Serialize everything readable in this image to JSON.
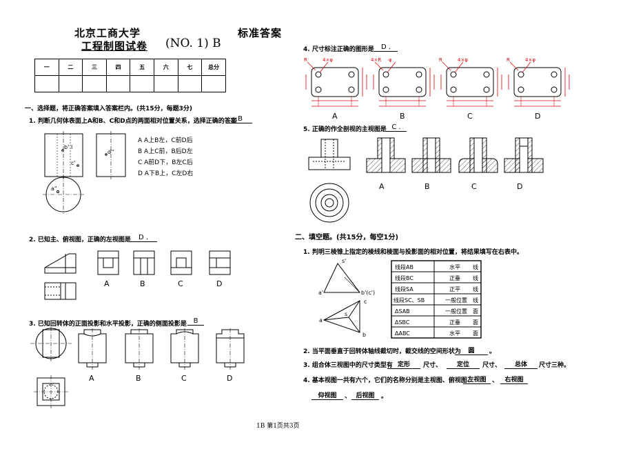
{
  "header": {
    "school": "北京工商大学",
    "answer_key": "标准答案",
    "exam_title": "工程制图试卷",
    "exam_code": "(NO. 1) B"
  },
  "score_table": {
    "columns": [
      "一",
      "二",
      "三",
      "四",
      "五",
      "六",
      "七",
      "总分"
    ]
  },
  "section1": {
    "heading": "一、选择题，将正确答案填入答案栏内。(共15分，每题3分)",
    "q1": {
      "text": "1. 判断几何体表面上A和B、C和D点的两面相对位置关系，选择正确的答案",
      "answer": ".B",
      "options": [
        "A  A上B左，C前D后",
        "B  A上C前，B后D左",
        "C  A前D下，B左C后",
        "D  A下B上，C左D右"
      ],
      "labels": {
        "b": "b'",
        "l": "l",
        "c": "c'",
        "d": "d''",
        "a": "a\""
      }
    },
    "q2": {
      "text": "2. 已知主、俯视图，正确的左视图是",
      "answer": "D .",
      "choices": [
        "A",
        "B",
        "C",
        "D"
      ]
    },
    "q3": {
      "text": "3. 已知回转体的正面投影和水平投影，正确的侧面投影是",
      "answer": "B",
      "choices": [
        "A",
        "B",
        "C",
        "D"
      ]
    },
    "q4": {
      "text": "4. 尺寸标注正确的图形是",
      "answer": "D .",
      "choices": [
        "A",
        "B",
        "C",
        "D"
      ],
      "annotations": {
        "R": "R",
        "hole": "4×φ",
        "hole_r": "4×R",
        "phi": "φ"
      }
    },
    "q5": {
      "text": "5. 正确的作全剖视的主视图是",
      "answer": "C .",
      "choices": [
        "A",
        "B",
        "C",
        "D"
      ]
    }
  },
  "section2": {
    "heading": "二、填空题。(共15分，每空1分)",
    "q1": {
      "text": "1. 判明三棱锥上指定的棱线和棱面与投影面的相对位置，将结果填写在右表中。",
      "labels": {
        "s_top": "s'",
        "a_top": "a'",
        "bc_top": "b'(c')",
        "c": "c",
        "a": "a",
        "s": "s",
        "b": "b"
      },
      "table": [
        {
          "item": "线段AB",
          "answer": "水平",
          "kind": "线"
        },
        {
          "item": "线段BC",
          "answer": "正垂",
          "kind": "线"
        },
        {
          "item": "线段SA",
          "answer": "正平",
          "kind": "线"
        },
        {
          "item": "线段SC、SB",
          "answer": "一般位置",
          "kind": "线"
        },
        {
          "item": "ΔSAB",
          "answer": "一般位置",
          "kind": "面"
        },
        {
          "item": "ΔSBC",
          "answer": "正垂",
          "kind": "面"
        },
        {
          "item": "ΔABC",
          "answer": "水平",
          "kind": "面"
        }
      ]
    },
    "q2": {
      "text": "2. 当平面垂直于回转体轴线截切时，截交线的空间形状为",
      "answer": "圆",
      "end": "。"
    },
    "q3": {
      "text": "3. 组合体三视图中的尺寸类型有",
      "a1": "定形",
      "s1": "尺寸、",
      "a2": "定位",
      "s2": "尺寸、",
      "a3": "总体",
      "s3": "尺寸三种。"
    },
    "q4": {
      "text": "4. 基本视图一共有六个，它们的名称分别是主视图、俯视图、",
      "a1": "左视图",
      "sep1": "、",
      "a2": "右视图",
      "a3": "仰视图",
      "sep2": "、",
      "a4": "后视图",
      "end": "。"
    }
  },
  "footer": {
    "page": "1B  第1页共3页"
  }
}
